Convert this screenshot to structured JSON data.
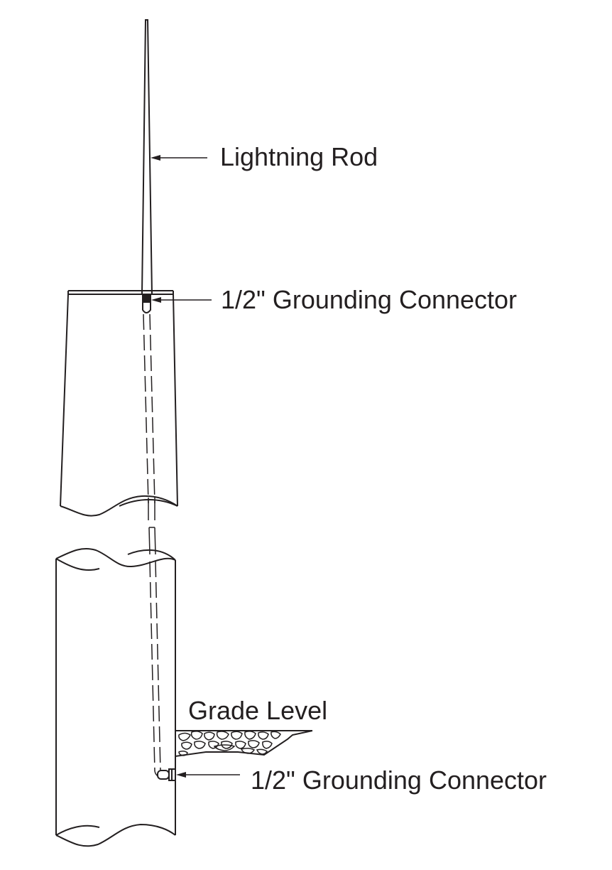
{
  "labels": {
    "lightning_rod": "Lightning Rod",
    "top_connector": "1/2\" Grounding Connector",
    "grade_level": "Grade Level",
    "bottom_connector": "1/2\" Grounding Connector"
  },
  "colors": {
    "line": "#231f20",
    "background": "#ffffff"
  }
}
